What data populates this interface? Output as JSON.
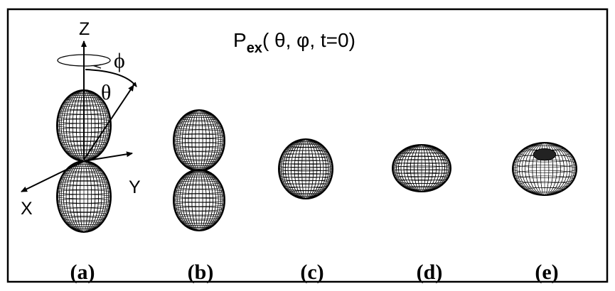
{
  "title": {
    "prefix": "P",
    "subscript": "ex",
    "args": "( θ, φ, t=0)"
  },
  "axes": {
    "z": "Z",
    "y": "Y",
    "x": "X",
    "phi": "ϕ",
    "theta": "θ"
  },
  "panels": [
    {
      "label": "(a)",
      "shape": "dumbbell"
    },
    {
      "label": "(b)",
      "shape": "dumbbell"
    },
    {
      "label": "(c)",
      "shape": "sphere"
    },
    {
      "label": "(d)",
      "shape": "flattened-sphere"
    },
    {
      "label": "(e)",
      "shape": "torus"
    }
  ],
  "colors": {
    "line": "#000000",
    "background": "#ffffff"
  }
}
